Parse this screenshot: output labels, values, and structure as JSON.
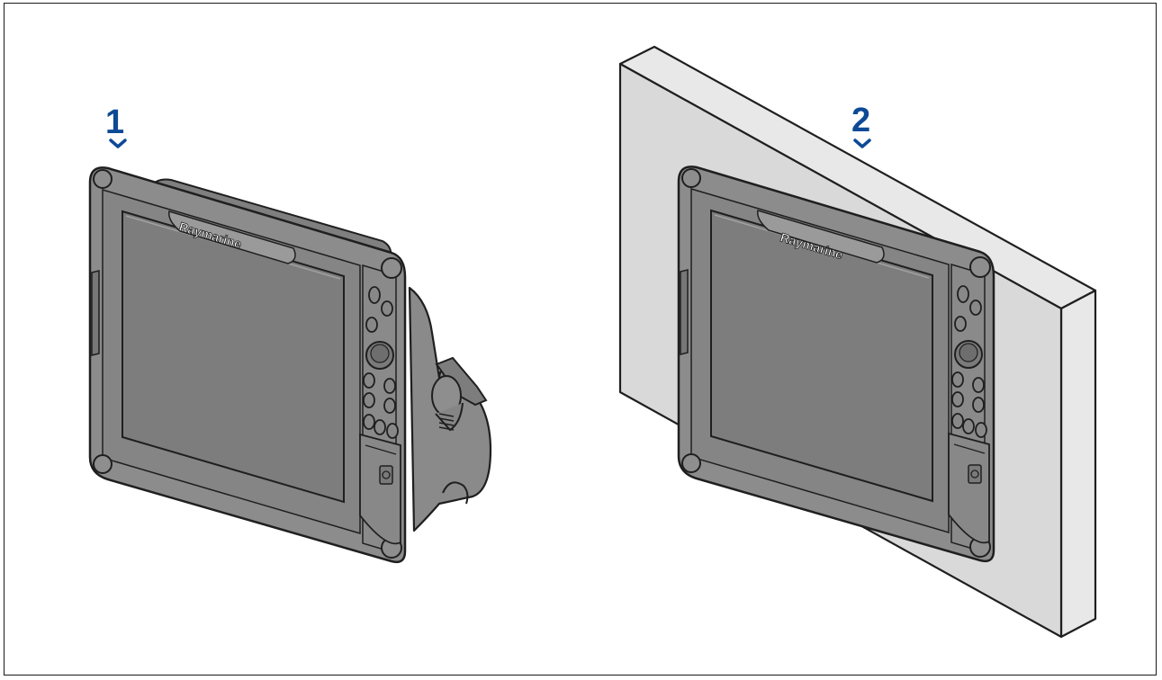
{
  "figure": {
    "steps": [
      {
        "number": "1",
        "arrow_icon": "chevron-down-icon"
      },
      {
        "number": "2",
        "arrow_icon": "chevron-down-icon"
      }
    ],
    "brand_label": "Raymarine",
    "colors": {
      "step_blue": "#0d4a96",
      "bezel": "#8c8c8c",
      "bezel_dark": "#6e6e6e",
      "screen": "#7d7d7d",
      "panel_surface": "#d9d9d9",
      "panel_side": "#e6e6e6",
      "outline": "#1f1f1f"
    }
  }
}
